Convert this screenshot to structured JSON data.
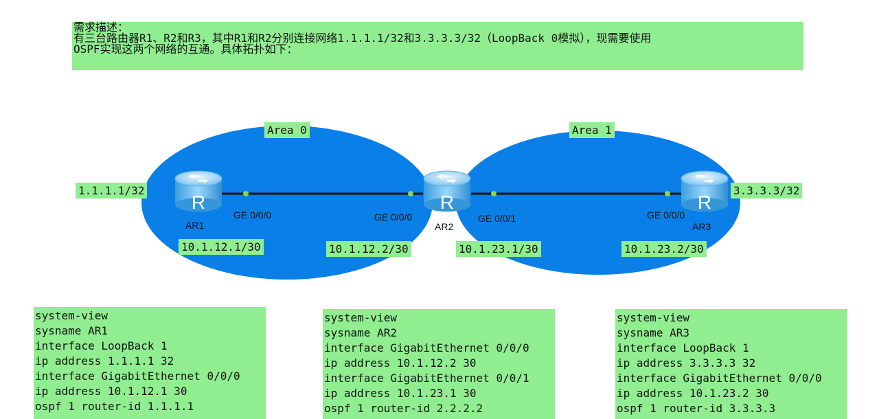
{
  "description": {
    "line1": "需求描述：",
    "line2": "有三台路由器R1、R2和R3，其中R1和R2分别连接网络1.1.1.1/32和3.3.3.3/32（LoopBack 0模拟），现需要使用",
    "line3": "OSPF实现这两个网络的互通。具体拓扑如下："
  },
  "areas": {
    "area0": "Area 0",
    "area1": "Area 1"
  },
  "networks": {
    "left": "1.1.1.1/32",
    "right": "3.3.3.3/32"
  },
  "routers": {
    "ar1": "AR1",
    "ar2": "AR2",
    "ar3": "AR3",
    "glyph": "R"
  },
  "ports": {
    "ar1_ge000": "GE 0/0/0",
    "ar2_ge000": "GE 0/0/0",
    "ar2_ge001": "GE 0/0/1",
    "ar3_ge000": "GE 0/0/0"
  },
  "ips": {
    "ar1": "10.1.12.1/30",
    "ar2_left": "10.1.12.2/30",
    "ar2_right": "10.1.23.1/30",
    "ar3": "10.1.23.2/30"
  },
  "configs": {
    "ar1": [
      "system-view",
      "sysname AR1",
      "interface LoopBack 1",
      "ip address 1.1.1.1 32",
      "interface GigabitEthernet 0/0/0",
      "ip address 10.1.12.1 30",
      "ospf 1 router-id 1.1.1.1"
    ],
    "ar2": [
      "system-view",
      "sysname AR2",
      "interface GigabitEthernet 0/0/0",
      "ip address 10.1.12.2 30",
      "interface GigabitEthernet 0/0/1",
      "ip address 10.1.23.1 30",
      "ospf 1 router-id 2.2.2.2"
    ],
    "ar3": [
      "system-view",
      "sysname AR3",
      "interface LoopBack 1",
      "ip address 3.3.3.3 32",
      "interface GigabitEthernet 0/0/0",
      "ip address 10.1.23.2 30",
      "ospf 1 router-id 3.3.3.3"
    ]
  },
  "colors": {
    "area_fill": "#0a7fe8",
    "label_bg": "#90ee90",
    "link": "#111111",
    "port_dot": "#8bd64a"
  }
}
